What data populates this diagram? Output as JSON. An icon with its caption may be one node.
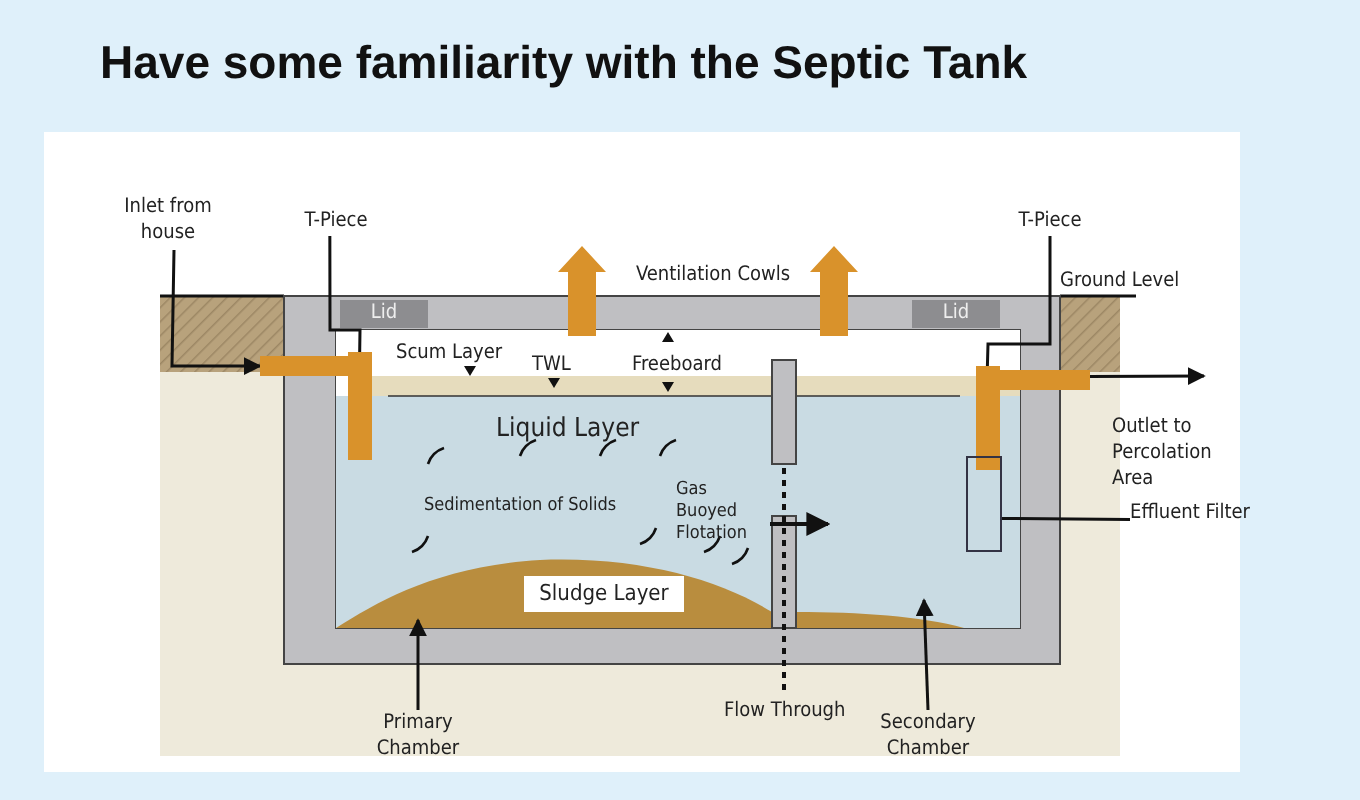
{
  "diagram": {
    "title": "Have some familiarity with the Septic Tank",
    "nodes": [
      {
        "text": [
          "Inlet from house"
        ]
      },
      {
        "text": [
          "T-Piece"
        ]
      },
      {
        "text": [
          "T-Piece"
        ]
      },
      {
        "text": [
          "Lid"
        ]
      },
      {
        "text": [
          "Lid"
        ]
      },
      {
        "text": [],
        "shape": "bar"
      },
      {
        "text": [],
        "shape": "bar"
      },
      {
        "text": [],
        "shape": "box"
      },
      {
        "text": [
          "Effluent Filter"
        ]
      },
      {
        "text": [
          "Sludge Layer"
        ]
      },
      {
        "text": [
          "Primary Chamber"
        ]
      },
      {
        "text": [
          "Secondary Chamber"
        ]
      }
    ],
    "edges": [
      {
        "from": 0,
        "to": 5,
        "arrow": "to"
      },
      {
        "from": 1,
        "to": 5,
        "arrow": "none"
      },
      {
        "from": 2,
        "to": 6,
        "arrow": "none"
      },
      {
        "from": 6,
        "to": null,
        "arrow": "to"
      },
      {
        "from": 8,
        "to": 7,
        "arrow": "none"
      },
      {
        "from": 10,
        "to": null,
        "arrow": "to"
      },
      {
        "from": 11,
        "to": null,
        "arrow": "to"
      }
    ],
    "labels": [
      "Ventilation Cowls",
      "Ground Level",
      "Scum Layer",
      "TWL",
      "Freeboard",
      "Outlet to Percolation Area",
      "Liquid Layer",
      "Sedimentation of Solids",
      "Gas Buoyed Flotation",
      "Flow Through"
    ]
  }
}
